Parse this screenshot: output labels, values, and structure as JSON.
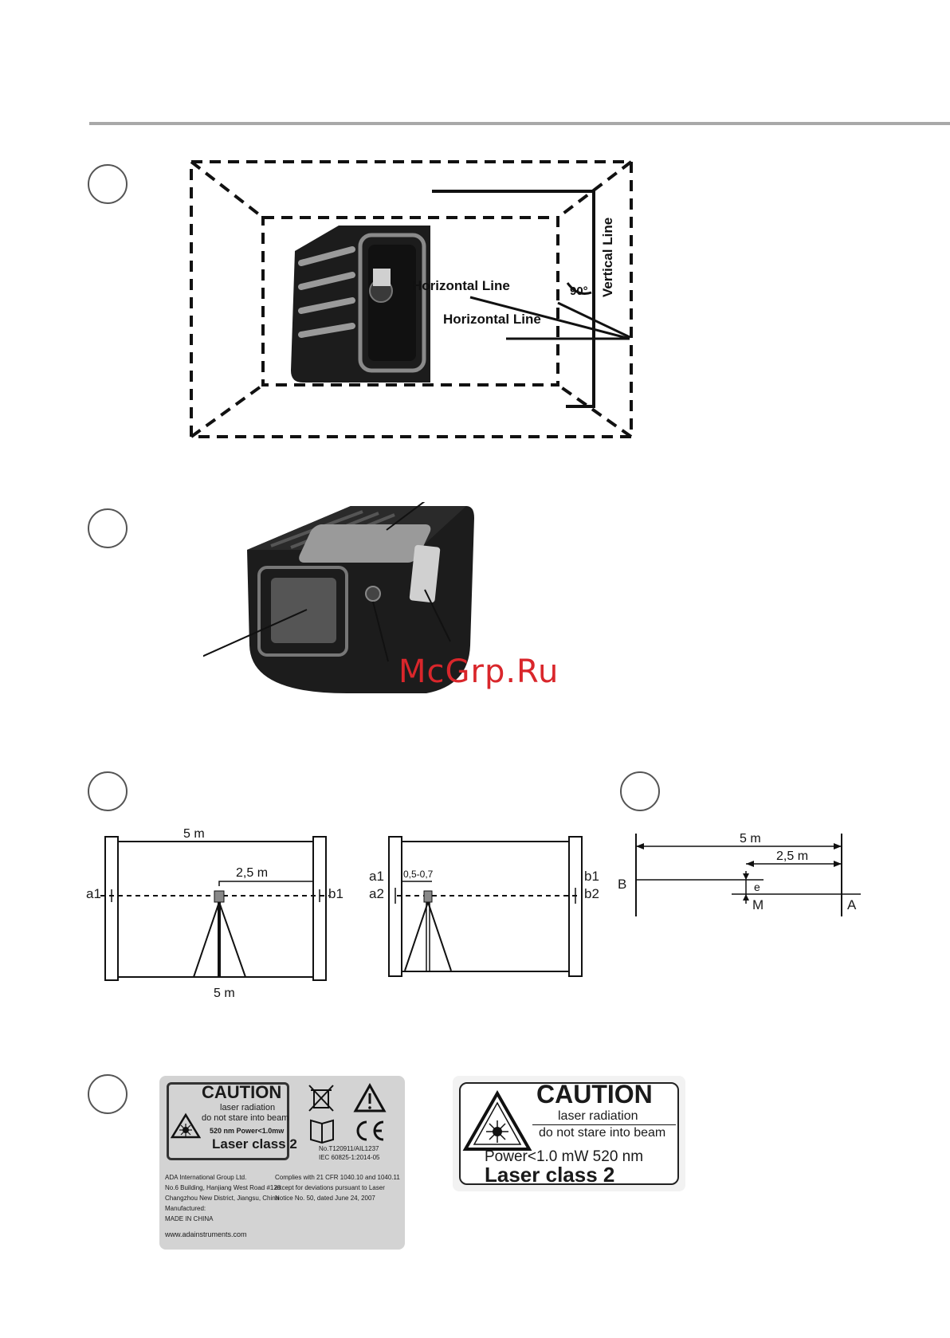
{
  "figure1": {
    "vertical_line": "Vertical Line",
    "horizontal_line_1": "Horizontal Line",
    "horizontal_line_2": "Horizontal Line",
    "angle": "90°"
  },
  "figure3": {
    "left": {
      "top_distance": "5 m",
      "half_distance": "2,5 m",
      "bottom_distance": "5 m",
      "left_mark": "a1",
      "right_mark": "b1"
    },
    "right": {
      "offset": "0,5-0,7",
      "left_mark_1": "a1",
      "left_mark_2": "a2",
      "right_mark_1": "b1",
      "right_mark_2": "b2"
    }
  },
  "figure4": {
    "full_distance": "5 m",
    "half_distance": "2,5 m",
    "point_b": "B",
    "point_e": "e",
    "point_m": "M",
    "point_a": "A"
  },
  "label_large": {
    "caution": "CAUTION",
    "line1": "laser radiation",
    "line2": "do not stare into beam",
    "specs": "520 nm  Power<1.0mw",
    "class": "Laser class 2",
    "certificate": "No.T120911/AIL1237",
    "standard": "IEC 60825-1:2014-05",
    "company": "ADA International Group Ltd.",
    "address1": "No.6 Building, Hanjiang West Road #128",
    "address2": "Changzhou New District, Jiangsu, China",
    "manufactured": "Manufactured:",
    "made_in": "MADE IN CHINA",
    "website": "www.adainstruments.com",
    "compliance1": "Complies with 21 CFR 1040.10 and 1040.11",
    "compliance2": "except for deviations pursuant to Laser",
    "compliance3": "Notice No. 50, dated June 24, 2007"
  },
  "label_small": {
    "caution": "CAUTION",
    "line1": "laser radiation",
    "line2": "do not stare into beam",
    "specs": "Power<1.0 mW  520 nm",
    "class": "Laser class 2"
  },
  "watermark": "McGrp.Ru",
  "colors": {
    "rule": "#a8a8a8",
    "device_body": "#1c1c1c",
    "device_accent": "#8a8a8a",
    "label_bg": "#d3d3d3",
    "watermark": "#d9262b"
  }
}
